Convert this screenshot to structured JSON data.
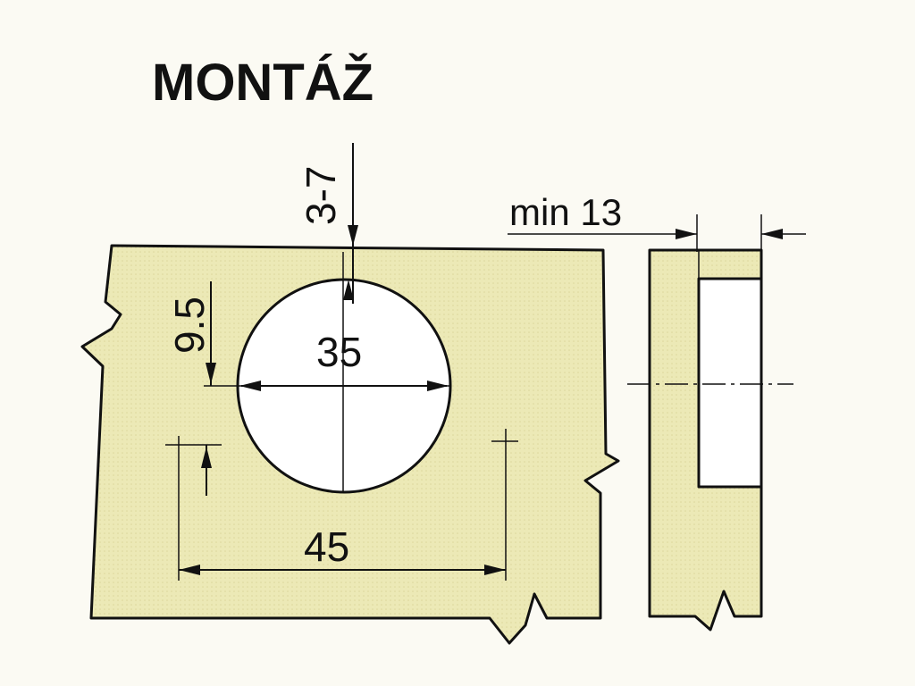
{
  "title": "MONTÁŽ",
  "colors": {
    "background": "#fbfaf3",
    "part_fill": "#ece9b6",
    "hole_fill": "#ffffff",
    "ink": "#111111"
  },
  "dimensions": {
    "edge_distance": "3-7",
    "offset_below_center": "9.5",
    "cup_diameter": "35",
    "screw_spacing": "45",
    "min_depth": "min 13"
  }
}
